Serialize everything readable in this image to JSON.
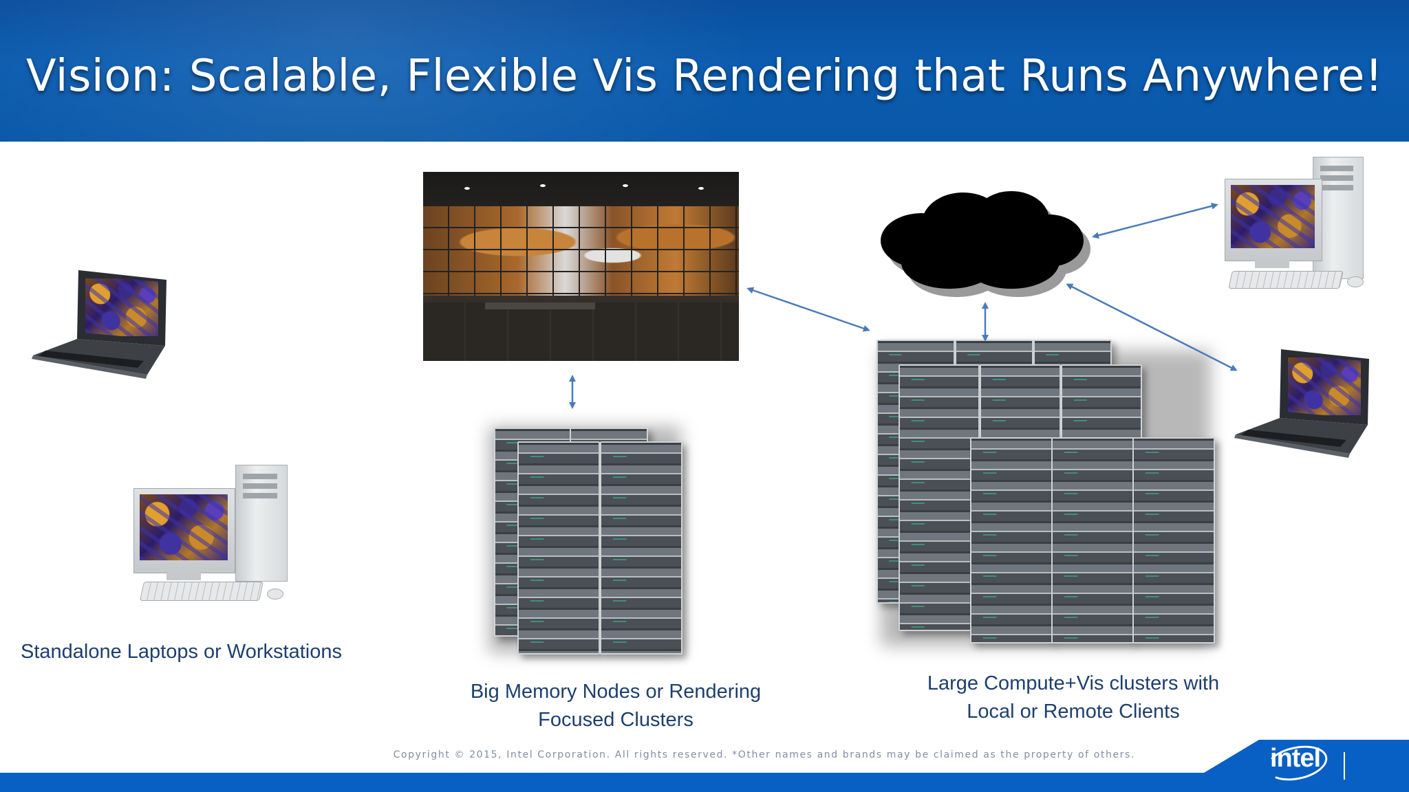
{
  "slide": {
    "title": "Vision: Scalable, Flexible Vis Rendering that Runs Anywhere!",
    "captions": {
      "standalone": "Standalone Laptops or Workstations",
      "big_memory_line1": "Big Memory Nodes or Rendering",
      "big_memory_line2": "Focused Clusters",
      "large_cluster_line1": "Large Compute+Vis clusters with",
      "large_cluster_line2": "Local or Remote Clients"
    },
    "copyright": "Copyright ©  2015, Intel Corporation. All rights reserved. *Other names and brands may be claimed as the property of others.",
    "logo_text": "intel"
  },
  "colors": {
    "header_blue": "#0b5cb0",
    "caption_blue": "#1d3f6e",
    "arrow_blue": "#4a7bb8",
    "footer_blue": "#0860c4"
  },
  "icons": {
    "laptop": "laptop-icon",
    "workstation": "desktop-computer-icon",
    "cloud": "cloud-icon",
    "server_rack": "server-rack-icon",
    "display_wall": "display-wall-photo"
  }
}
